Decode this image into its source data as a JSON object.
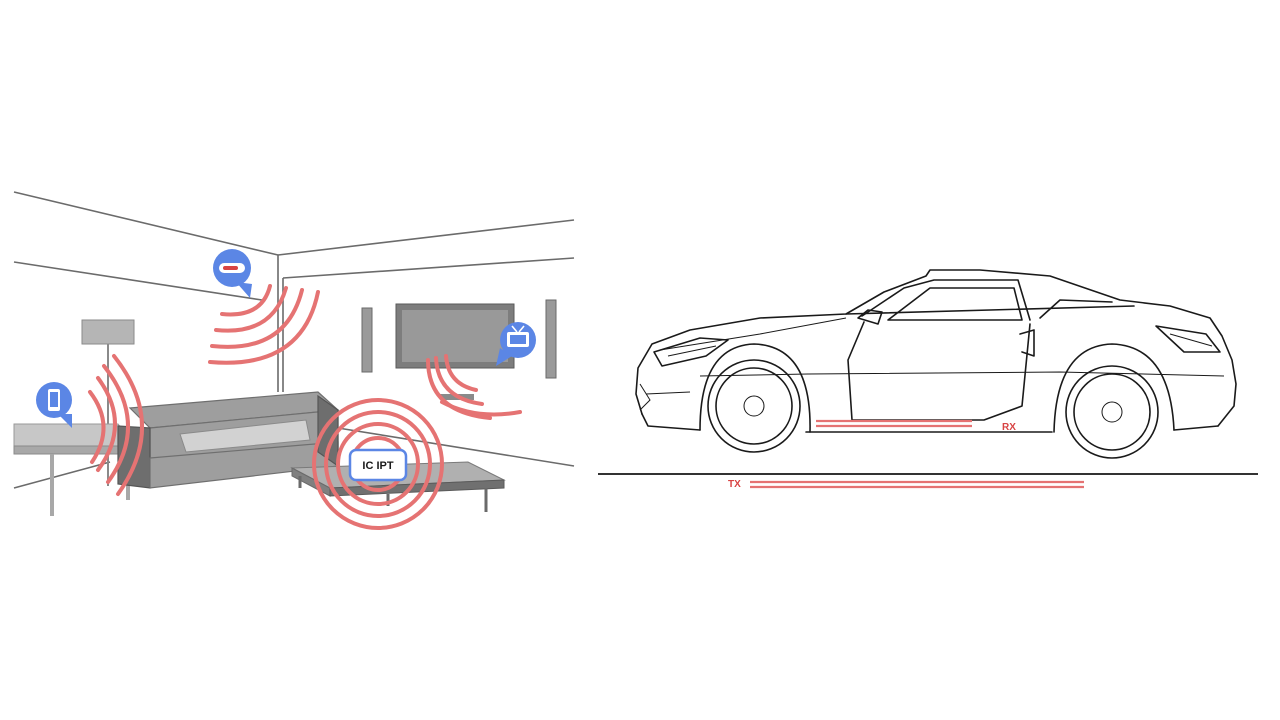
{
  "living_room": {
    "charger_label": "IC IPT"
  },
  "car_diagram": {
    "receiver_label": "RX",
    "transmitter_label": "TX"
  },
  "colors": {
    "field_waves": "#e57373",
    "icon_bubble": "#5b86e5",
    "coil_label": "#d84343",
    "line_art": "#1a1a1a"
  },
  "icons": [
    "phone-icon",
    "thermometer-icon",
    "tv-icon"
  ]
}
